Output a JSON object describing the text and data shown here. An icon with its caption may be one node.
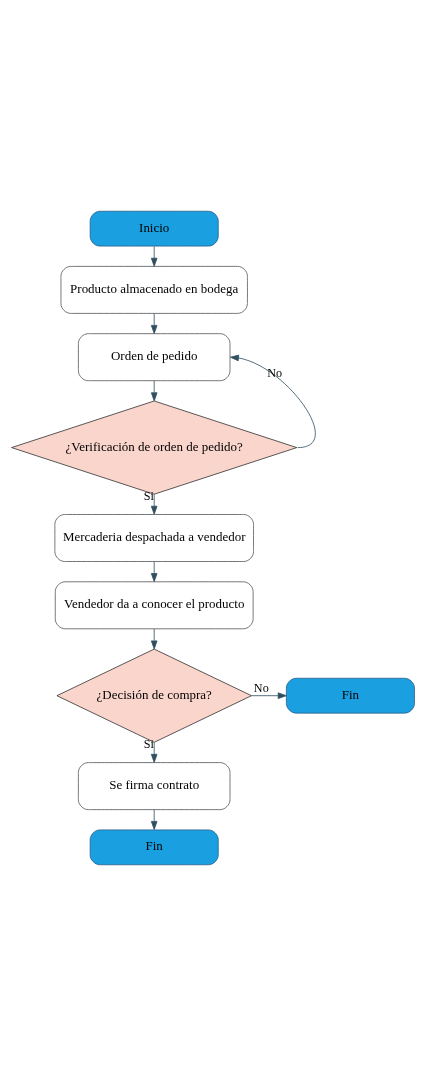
{
  "diagram": {
    "nodes": [
      {
        "text": [
          "Inicio"
        ]
      },
      {
        "text": [
          "Producto almacenado en bodega"
        ]
      },
      {
        "text": [
          "Orden de pedido"
        ]
      },
      {
        "text": [
          "¿Verificación de orden de pedido?"
        ]
      },
      {
        "text": [
          "Mercaderia despachada a vendedor"
        ]
      },
      {
        "text": [
          "Vendedor da a conocer el producto"
        ]
      },
      {
        "text": [
          "¿Decisión de compra?"
        ]
      },
      {
        "text": [
          "Fin"
        ]
      },
      {
        "text": [
          "Se firma contrato"
        ]
      },
      {
        "text": [
          "Fin"
        ]
      }
    ],
    "edges": [
      {
        "from": 0,
        "to": 1,
        "arrow": "to"
      },
      {
        "from": 1,
        "to": 2,
        "arrow": "to"
      },
      {
        "from": 2,
        "to": 3,
        "arrow": "to"
      },
      {
        "from": 3,
        "to": 2,
        "arrow": "to",
        "label": "No"
      },
      {
        "from": 3,
        "to": 4,
        "arrow": "to",
        "label": "Si"
      },
      {
        "from": 4,
        "to": 5,
        "arrow": "to"
      },
      {
        "from": 5,
        "to": 6,
        "arrow": "to"
      },
      {
        "from": 6,
        "to": 7,
        "arrow": "to",
        "label": "No"
      },
      {
        "from": 6,
        "to": 8,
        "arrow": "to",
        "label": "Si"
      },
      {
        "from": 8,
        "to": 9,
        "arrow": "to"
      }
    ]
  }
}
